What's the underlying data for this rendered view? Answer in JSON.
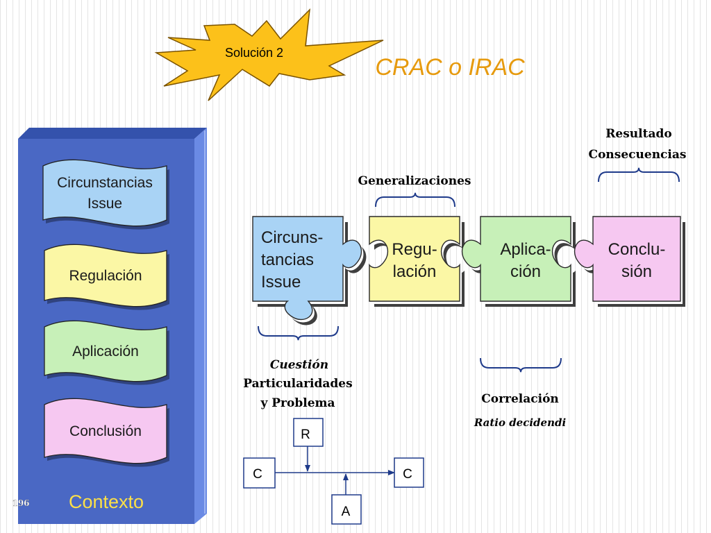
{
  "starburst": {
    "label": "Solución 2"
  },
  "title": "CRAC o IRAC",
  "page_number": "196",
  "context_panel": {
    "label": "Contexto",
    "cards": [
      {
        "lines": [
          "Circunstancias",
          "Issue"
        ],
        "color": "#a9d3f5"
      },
      {
        "lines": [
          "Regulación"
        ],
        "color": "#fbf7a5"
      },
      {
        "lines": [
          "Aplicación"
        ],
        "color": "#c7f0b8"
      },
      {
        "lines": [
          "Conclusión"
        ],
        "color": "#f6c8f1"
      }
    ]
  },
  "puzzle": {
    "pieces": [
      {
        "lines": [
          "Circuns-",
          "tancias",
          "Issue"
        ],
        "color": "#a9d3f5"
      },
      {
        "lines": [
          "Regu-",
          "lación"
        ],
        "color": "#fbf7a5"
      },
      {
        "lines": [
          "Aplica-",
          "ción"
        ],
        "color": "#c7f0b8"
      },
      {
        "lines": [
          "Conclu-",
          "sión"
        ],
        "color": "#f6c8f1"
      }
    ]
  },
  "annotations": {
    "generalizaciones": "Generalizaciones",
    "resultado": [
      "Resultado",
      "Consecuencias"
    ],
    "cuestion": {
      "title": "Cuestión",
      "lines": [
        "Particularidades",
        "y Problema"
      ]
    },
    "correlacion": {
      "title": "Correlación",
      "subtitle": "Ratio decidendi"
    }
  },
  "flow": {
    "top": "R",
    "left": "C",
    "right": "C",
    "bottom": "A"
  },
  "colors": {
    "panel": "#4a68c4",
    "panel_side": "#6a8ae4",
    "starburst": "#fcc11a",
    "title": "#e69a0e"
  }
}
